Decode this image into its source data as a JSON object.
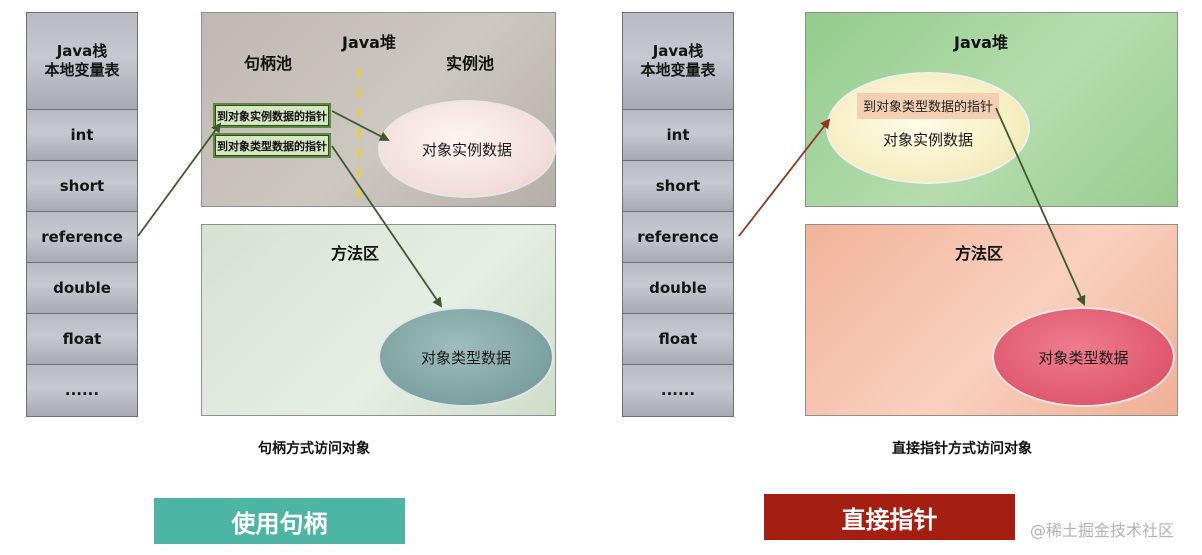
{
  "stack": {
    "header_line1": "Java栈",
    "header_line2": "本地变量表",
    "items": [
      "int",
      "short",
      "reference",
      "double",
      "float",
      "......"
    ]
  },
  "left": {
    "heap_title": "Java堆",
    "handle_pool": "句柄池",
    "instance_pool": "实例池",
    "ptr_instance": "到对象实例数据的指针",
    "ptr_type": "到对象类型数据的指针",
    "instance_data": "对象实例数据",
    "method_area": "方法区",
    "type_data": "对象类型数据",
    "caption": "句柄方式访问对象",
    "button": "使用句柄"
  },
  "right": {
    "heap_title": "Java堆",
    "ptr_type": "到对象类型数据的指针",
    "instance_data": "对象实例数据",
    "method_area": "方法区",
    "type_data": "对象类型数据",
    "caption": "直接指针方式访问对象",
    "button": "直接指针"
  },
  "watermark": "@稀土掘金技术社区",
  "colors": {
    "button_left": "#4cb5a3",
    "button_right": "#a41e12",
    "type_ellipse_left": "#7fa3a2",
    "type_ellipse_right": "#e05a70"
  }
}
